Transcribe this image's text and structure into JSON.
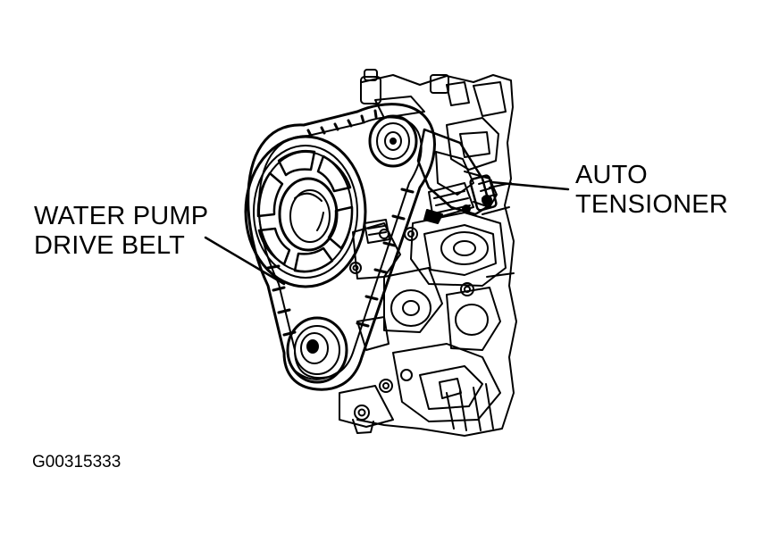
{
  "labels": {
    "water_pump_line1": "WATER PUMP",
    "water_pump_line2": "DRIVE BELT",
    "auto_line1": "AUTO",
    "auto_line2": "TENSIONER"
  },
  "figure_id": "G00315333",
  "colors": {
    "ink": "#000000",
    "paper": "#ffffff"
  }
}
